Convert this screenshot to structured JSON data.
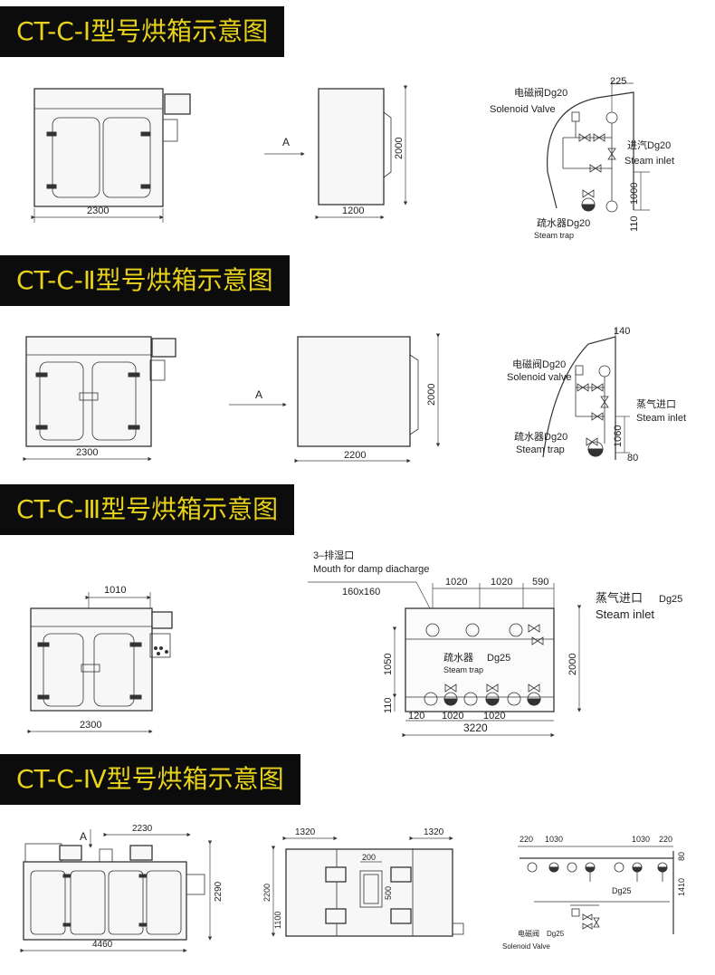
{
  "sections": [
    {
      "title": "CT-C-Ⅰ型号烘箱示意图",
      "front_width": "2300",
      "side_width": "1200",
      "height": "2000",
      "view_arrow": "A",
      "pipe": {
        "top_dim": "225",
        "solenoid_cn": "电磁阀Dg20",
        "solenoid_en": "Solenoid Valve",
        "inlet_cn": "进汽Dg20",
        "inlet_en": "Steam inlet",
        "trap_cn": "疏水器Dg20",
        "trap_en": "Steam trap",
        "dim_mid": "1000",
        "dim_low": "110"
      }
    },
    {
      "title": "CT-C-Ⅱ型号烘箱示意图",
      "front_width": "2300",
      "side_width": "2200",
      "height": "2000",
      "view_arrow": "A",
      "pipe": {
        "top_dim": "140",
        "solenoid_cn": "电磁阀Dg20",
        "solenoid_en": "Solenoid valve",
        "inlet_cn": "蒸气进口",
        "inlet_en": "Steam inlet",
        "trap_cn": "疏水器Dg20",
        "trap_en": "Steam trap",
        "dim_mid": "1060",
        "dim_low": "80"
      }
    },
    {
      "title": "CT-C-Ⅲ型号烘箱示意图",
      "front_width": "2300",
      "top_dim": "1010",
      "plan": {
        "damp_cn": "3–排湿口",
        "damp_en": "Mouth for damp diacharge",
        "damp_size": "160x160",
        "top_dims": [
          "1020",
          "1020",
          "590"
        ],
        "inlet_cn": "蒸气进口",
        "inlet_size": "Dg25",
        "inlet_en": "Steam inlet",
        "trap_cn": "疏水器",
        "trap_size": "Dg25",
        "trap_en": "Steam trap",
        "dim_left": "1050",
        "dim_low": "110",
        "dim_right": "2000",
        "bottom_dims": [
          "120",
          "1020",
          "1020"
        ],
        "total": "3220"
      }
    },
    {
      "title": "CT-C-Ⅳ型号烘箱示意图",
      "front": {
        "arrow": "A",
        "top_dim": "2230",
        "height": "2290",
        "width": "4460"
      },
      "mid": {
        "left_dim": "1320",
        "right_dim": "1320",
        "win_w": "200",
        "win_h": "500",
        "height": "2200",
        "lower": "1100"
      },
      "pipe": {
        "d1": "220",
        "d2": "1030",
        "d3": "1030",
        "d4": "220",
        "right_top": "80",
        "right_dim": "1410",
        "pipe_size": "Dg25",
        "solenoid_cn": "电磁阀",
        "solenoid_size": "Dg25",
        "solenoid_en": "Solenoid Valve"
      }
    }
  ]
}
